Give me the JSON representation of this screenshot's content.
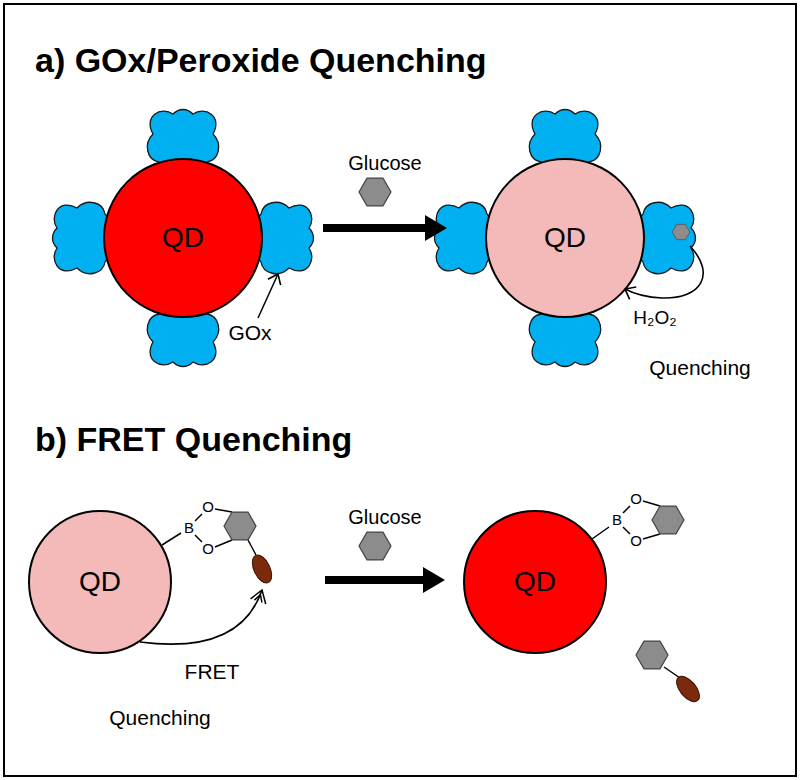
{
  "diagram": {
    "nodes": [
      {
        "text": [
          "QD"
        ]
      },
      {
        "text": [
          "QD"
        ]
      },
      {
        "text": [
          "QD"
        ]
      },
      {
        "text": [
          "QD"
        ]
      }
    ],
    "edges": [
      {
        "from": 0,
        "to": 1,
        "arrow": "to",
        "label": "Glucose"
      },
      {
        "from": 2,
        "to": 3,
        "arrow": "to",
        "label": "Glucose"
      }
    ],
    "labels": [
      "a) GOx/Peroxide Quenching",
      "GOx",
      "H₂O₂",
      "Quenching",
      "b) FRET Quenching",
      "O",
      "B",
      "O",
      "FRET",
      "Quenching",
      "O",
      "B",
      "O"
    ]
  }
}
